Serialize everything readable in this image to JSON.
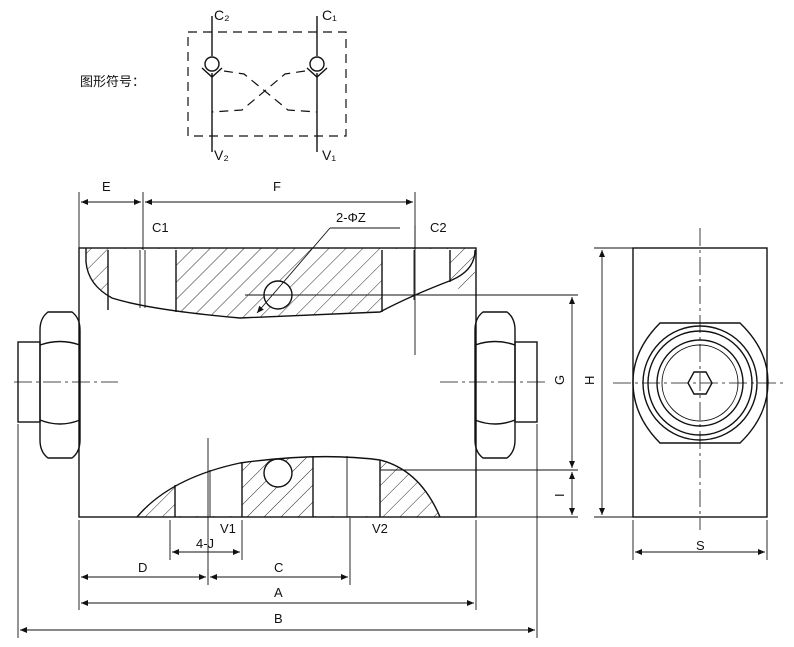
{
  "symbol": {
    "caption": "图形符号：",
    "ports": {
      "c2": "C₂",
      "c1": "C₁",
      "v2": "V₂",
      "v1": "V₁"
    }
  },
  "section_view": {
    "port_labels": {
      "c1": "C1",
      "c2": "C2",
      "v1": "V1",
      "v2": "V2"
    },
    "dimensions": {
      "e": "E",
      "f": "F",
      "phi_z": "2-ΦZ",
      "g": "G",
      "h": "H",
      "i": "I",
      "j": "4-J",
      "d": "D",
      "c": "C",
      "a": "A",
      "b": "B"
    }
  },
  "end_view": {
    "dimension_s": "S"
  }
}
